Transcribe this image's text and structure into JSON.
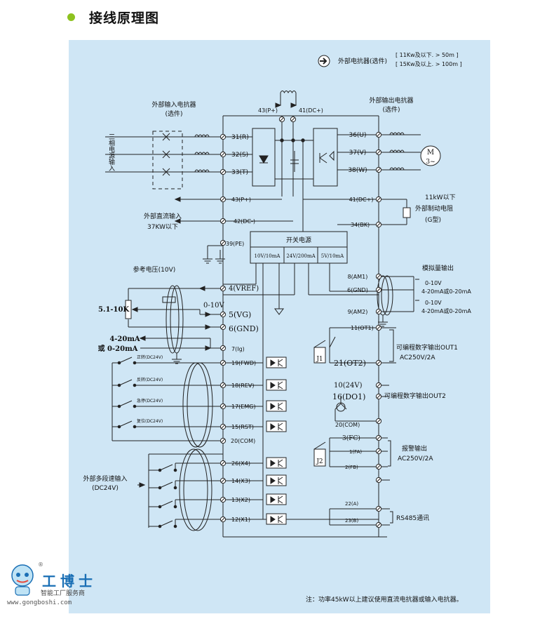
{
  "page": {
    "heading": "接线原理图",
    "note": "注：功率45kW以上建议使用直流电抗器或输入电抗器。"
  },
  "logo": {
    "name": "工博士",
    "slogan": "智能工厂服务商",
    "url": "www.gongboshi.com",
    "reg": "®"
  },
  "legend": {
    "label": "外部电抗器(选件)",
    "line1": "[ 11Kw及以下. > 50m ]",
    "line2": "[ 15Kw及以上. > 100m ]"
  },
  "labels": {
    "input_reactor": "外部输入电抗器",
    "input_reactor_opt": "(选件)",
    "output_reactor": "外部输出电抗器",
    "output_reactor_opt": "(选件)",
    "three_phase": "三相电源输入",
    "dc_input": "外部直流输入",
    "dc_input_power": "37KW以下",
    "brake_power": "11kW以下",
    "brake_resistor": "外部制动电阻",
    "brake_type": "(G型)",
    "psu_title": "开关电源",
    "psu_10v": "10V/10mA",
    "psu_24v": "24V/200mA",
    "psu_5v": "5V/10mA",
    "ref_voltage": "参考电压(10V)",
    "pot": "5.1-10K",
    "v_range": "0-10V",
    "current_in": "4-20mA",
    "current_in_alt": "或 0-20mA",
    "analog_out": "模拟量输出",
    "ao1_v": "0-10V",
    "ao1_i": "4-20mA或0-20mA",
    "ao2_v": "0-10V",
    "ao2_i": "4-20mA或0-20mA",
    "out1": "可编程数字输出OUT1",
    "out1_rating": "AC250V/2A",
    "out2": "可编程数字输出OUT2",
    "alarm": "报警输出",
    "alarm_rating": "AC250V/2A",
    "rs485": "RS485通讯",
    "multi_speed": "外部多段速输入",
    "multi_speed_v": "(DC24V)",
    "sw_fwd": "正转(DC24V)",
    "sw_rev": "反转(DC24V)",
    "sw_emg": "急停(DC24V)",
    "sw_rst": "复位(DC24V)",
    "j1": "J1",
    "j2": "J2",
    "motor_m": "M",
    "motor_3": "3~"
  },
  "terminals": {
    "p_top": "43(P+)",
    "dc_top": "41(DC+)",
    "r": "31(R)",
    "s": "32(S)",
    "t": "33(T)",
    "u": "36(U)",
    "v": "37(V)",
    "w": "38(W)",
    "p_mid": "43(P+)",
    "dc_mid": "41(DC+)",
    "dcm": "42(DC-)",
    "bk": "34(BK)",
    "pe": "39(PE)",
    "vref": "4(VREF)",
    "vg": "5(VG)",
    "gnd_in": "6(GND)",
    "ig": "7(Ig)",
    "fwd": "19(FWD)",
    "rev": "18(REV)",
    "emg": "17(EMG)",
    "rst": "15(RST)",
    "com_in": "20(COM)",
    "x4": "26(X4)",
    "x3": "14(X3)",
    "x2": "13(X2)",
    "x1": "12(X1)",
    "am1": "8(AM1)",
    "gnd_out": "6(GND)",
    "am2": "9(AM2)",
    "ot1": "11(OT1)",
    "ot2": "21(OT2)",
    "v24": "10(24V)",
    "do1": "16(DO1)",
    "com_out": "20(COM)",
    "fc": "3(FC)",
    "fa": "1(FA)",
    "fb": "2(FB)",
    "a": "22(A)",
    "b": "23(B)"
  },
  "colors": {
    "panel_bg": "#cfe6f5",
    "line": "#222222",
    "bullet": "#8dc21f",
    "logo_blue": "#1a6fb5"
  }
}
